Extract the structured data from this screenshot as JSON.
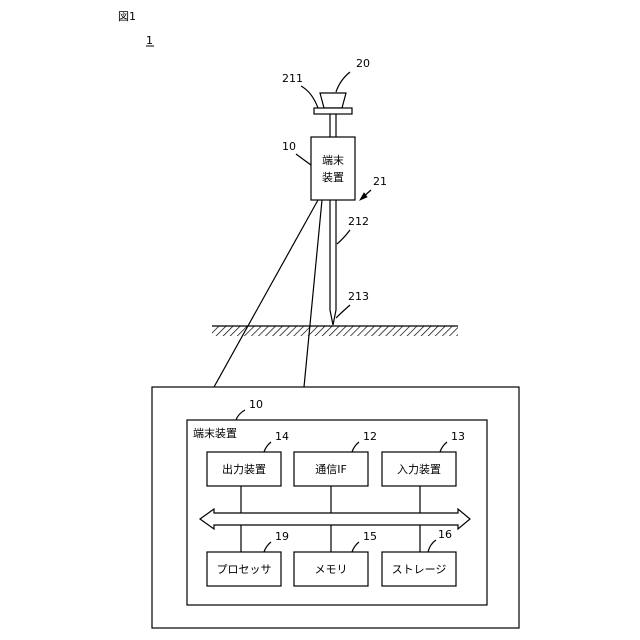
{
  "figure": {
    "title": "図1",
    "number": "1"
  },
  "refs": {
    "r211": "211",
    "r20": "20",
    "r10_top": "10",
    "r21": "21",
    "r212": "212",
    "r213": "213",
    "r10_box": "10",
    "r14": "14",
    "r12": "12",
    "r13": "13",
    "r19": "19",
    "r15": "15",
    "r16": "16"
  },
  "terminal": {
    "label_line1": "端末",
    "label_line2": "装置"
  },
  "detail": {
    "title": "端末装置",
    "blocks": {
      "output": "出力装置",
      "comm": "通信IF",
      "input": "入力装置",
      "processor": "プロセッサ",
      "memory": "メモリ",
      "storage": "ストレージ"
    }
  }
}
